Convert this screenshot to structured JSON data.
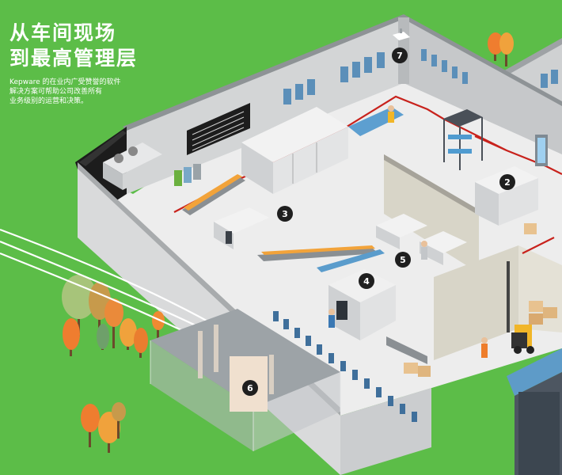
{
  "headline": {
    "line1": "从车间现场",
    "line2": "到最高管理层"
  },
  "blurb": {
    "line1": "Kepware 的在业内广受赞誉的软件",
    "line2": "解决方案可帮助公司改善所有",
    "line3": "业务级别的运营和决策。"
  },
  "markers": [
    {
      "label": "2"
    },
    {
      "label": "3"
    },
    {
      "label": "4"
    },
    {
      "label": "5"
    },
    {
      "label": "6"
    },
    {
      "label": "7"
    }
  ],
  "colors": {
    "grass": "#5cbd48",
    "wall": "#d9dadb",
    "floor": "#ededed",
    "conveyor_orange": "#f2a33a",
    "data_line": "#c8221c",
    "marker": "#1f1f1f"
  },
  "icons": {
    "camera": "security-camera-icon",
    "hvac": "hvac-unit-icon",
    "forklift": "forklift-icon",
    "transformer": "substation-icon"
  }
}
